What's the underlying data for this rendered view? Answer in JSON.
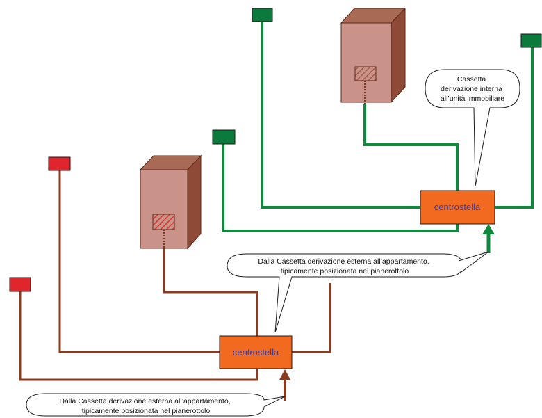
{
  "colors": {
    "green_line": "#0f8a3c",
    "green_box": "#0b7a3b",
    "red_line": "#8c3b1e",
    "red_box": "#e0262c",
    "hub_fill": "#f26a20",
    "hub_text": "#3e3c9e",
    "cabinet_front": "#c9938a",
    "cabinet_top": "#a86a54",
    "cabinet_side": "#8e4a36"
  },
  "hub_upper": {
    "label": "centrostella"
  },
  "hub_lower": {
    "label": "centrostella"
  },
  "callout_internal": {
    "lines": [
      "Cassetta",
      "derivazione interna",
      "all’unità immobiliare"
    ]
  },
  "callout_external_upper": {
    "lines": [
      "Dalla Cassetta derivazione esterna all’appartamento,",
      "tipicamente posizionata nel pianerottolo"
    ]
  },
  "callout_external_lower": {
    "lines": [
      "Dalla Cassetta derivazione esterna all’appartamento,",
      "tipicamente posizionata nel pianerottolo"
    ]
  }
}
